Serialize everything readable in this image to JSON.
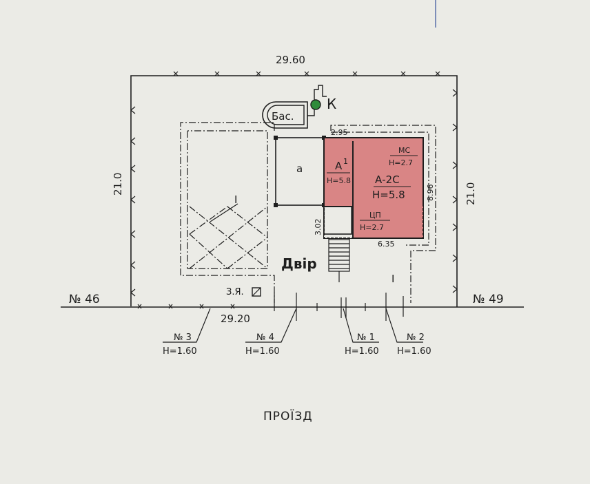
{
  "plan": {
    "top_dimension": "29.60",
    "bottom_dimension": "29.20",
    "left_dimension": "21.0",
    "right_dimension": "21.0",
    "neighbor_left": "№ 46",
    "neighbor_right": "№ 49",
    "street": "ПРОЇЗД",
    "yard": "Двір",
    "pool": "Бас.",
    "well": "К",
    "zone_left": "I",
    "zone_right": "I",
    "trash_label": "З.Я.",
    "building_a_label": "а",
    "building_a1_label": "а",
    "building_a1_sup": "1",
    "height_a1_label": "3.02",
    "main_house": {
      "dim_top": "2.95",
      "dim_right": "8.96",
      "dim_bottom": "6.35",
      "a1_name": "А",
      "a1_sup": "1",
      "a1_height": "Н=5.8",
      "main_name": "А-2С",
      "main_height": "Н=5.8",
      "ms_name": "МС",
      "ms_height": "Н=2.7",
      "cp_name": "ЦП",
      "cp_height": "Н=2.7"
    },
    "fences": [
      {
        "number": "№ 3",
        "height": "Н=1.60"
      },
      {
        "number": "№ 4",
        "height": "Н=1.60"
      },
      {
        "number": "№ 1",
        "height": "Н=1.60"
      },
      {
        "number": "№ 2",
        "height": "Н=1.60"
      }
    ],
    "colors": {
      "paper": "#ebebe6",
      "ink": "#1e1e1e",
      "house_fill": "#d98585",
      "well_green": "#2e8b3a"
    }
  }
}
